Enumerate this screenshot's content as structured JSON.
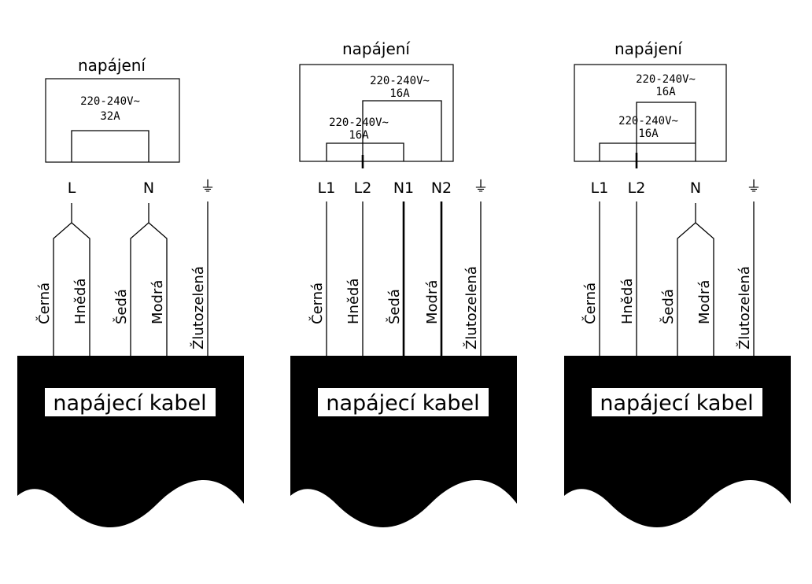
{
  "panels": [
    {
      "title": "napájení",
      "specs": [
        {
          "voltage": "220-240V~",
          "current": "32A"
        }
      ],
      "terminals": [
        "L",
        "N",
        "⏚"
      ],
      "wires": [
        "Černá",
        "Hnědá",
        "Šedá",
        "Modrá",
        "Žlutozelená"
      ],
      "cable_label": "napájecí kabel"
    },
    {
      "title": "napájení",
      "specs": [
        {
          "voltage": "220-240V~",
          "current": "16A"
        },
        {
          "voltage": "220-240V~",
          "current": "16A"
        }
      ],
      "terminals": [
        "L1",
        "L2",
        "N1",
        "N2",
        "⏚"
      ],
      "wires": [
        "Černá",
        "Hnědá",
        "Šedá",
        "Modrá",
        "Žlutozelená"
      ],
      "cable_label": "napájecí kabel"
    },
    {
      "title": "napájení",
      "specs": [
        {
          "voltage": "220-240V~",
          "current": "16A"
        },
        {
          "voltage": "220-240V~",
          "current": "16A"
        }
      ],
      "terminals": [
        "L1",
        "L2",
        "N",
        "⏚"
      ],
      "wires": [
        "Černá",
        "Hnědá",
        "Šedá",
        "Modrá",
        "Žlutozelená"
      ],
      "cable_label": "napájecí kabel"
    }
  ]
}
